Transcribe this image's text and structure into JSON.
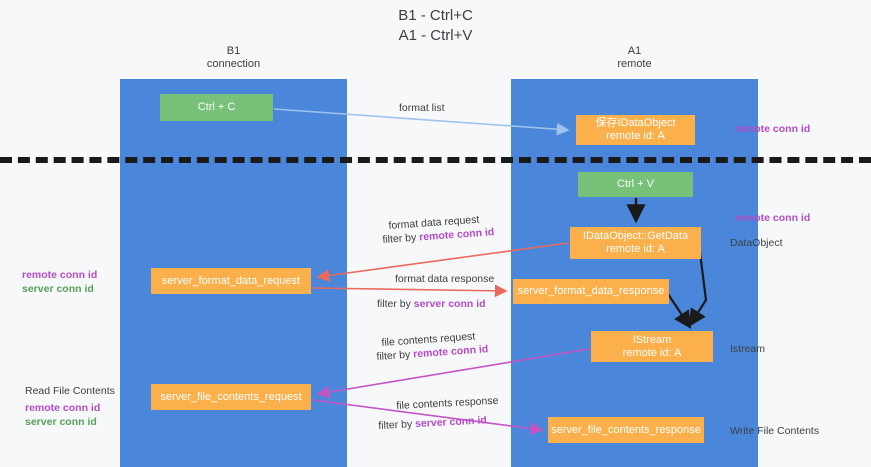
{
  "title": {
    "line1": "B1 - Ctrl+C",
    "line2": "A1 - Ctrl+V"
  },
  "lanes": [
    {
      "name": "B1",
      "sub": "connection",
      "color": "#4a86d9"
    },
    {
      "name": "A1",
      "sub": "remote",
      "color": "#4a86d9"
    }
  ],
  "nodes": {
    "ctrl_c": {
      "line1": "Ctrl + C",
      "color": "#77c178"
    },
    "idataobject": {
      "line1": "保存IDataObject",
      "line2": "remote id: A",
      "color": "#fbb04c"
    },
    "ctrl_v": {
      "line1": "Ctrl + V",
      "color": "#77c178"
    },
    "getdata": {
      "line1": "IDataObject::GetData",
      "line2": "remote id: A",
      "color": "#fbb04c"
    },
    "server_format_data_request": {
      "line1": "server_format_data_request",
      "color": "#fbb04c"
    },
    "server_format_data_response": {
      "line1": "server_format_data_response",
      "color": "#fbb04c"
    },
    "istream": {
      "line1": "IStream",
      "line2": "remote id: A",
      "color": "#fbb04c"
    },
    "server_file_contents_request": {
      "line1": "server_file_contents_request",
      "color": "#fbb04c"
    },
    "server_file_contents_response": {
      "line1": "server_file_contents_response",
      "color": "#fbb04c"
    }
  },
  "annotations": {
    "remote_conn_id_top": "remote conn id",
    "remote_conn_id_mid": "remote conn id",
    "dataobject": "DataObject",
    "istream": "Istream",
    "write_file_contents": "Write File Contents",
    "read_file_contents": "Read File Contents",
    "remote_conn_id_left1": "remote conn id",
    "server_conn_id_left1": "server conn id",
    "remote_conn_id_left2": "remote conn id",
    "server_conn_id_left2": "server conn id"
  },
  "edge_labels": {
    "format_list": "format list",
    "format_data_request": "format data request",
    "filter_by": "filter by",
    "remote_conn_id": "remote conn id",
    "server_conn_id": "server conn id",
    "format_data_response": "format data response",
    "file_contents_request": "file contents request",
    "file_contents_response": "file contents response"
  },
  "colors": {
    "lane": "#4a86d9",
    "green_node": "#77c178",
    "orange_node": "#fbb04c",
    "purple_text": "#b44cc8",
    "green_text": "#57a05a",
    "arrow_blue": "#9dc3ea",
    "arrow_red": "#ea6b5e",
    "arrow_magenta": "#c455c4",
    "arrow_black": "#1a1a1a",
    "background": "#f7f8f9"
  }
}
